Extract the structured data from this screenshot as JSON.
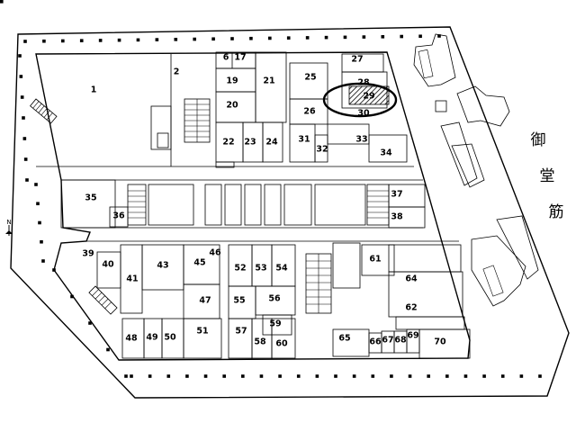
{
  "map": {
    "street_label": [
      "御",
      "堂",
      "筋"
    ],
    "north_symbol": "N",
    "highlight_color": "#000000",
    "units": [
      {
        "id": "1"
      },
      {
        "id": "2"
      },
      {
        "id": "6"
      },
      {
        "id": "17"
      },
      {
        "id": "19"
      },
      {
        "id": "20"
      },
      {
        "id": "21"
      },
      {
        "id": "22"
      },
      {
        "id": "23"
      },
      {
        "id": "24"
      },
      {
        "id": "25"
      },
      {
        "id": "26"
      },
      {
        "id": "27"
      },
      {
        "id": "28"
      },
      {
        "id": "30"
      },
      {
        "id": "31"
      },
      {
        "id": "32"
      },
      {
        "id": "33"
      },
      {
        "id": "34"
      },
      {
        "id": "35"
      },
      {
        "id": "36"
      },
      {
        "id": "37"
      },
      {
        "id": "38"
      },
      {
        "id": "39"
      },
      {
        "id": "40"
      },
      {
        "id": "41"
      },
      {
        "id": "43"
      },
      {
        "id": "45"
      },
      {
        "id": "46"
      },
      {
        "id": "47"
      },
      {
        "id": "48"
      },
      {
        "id": "49"
      },
      {
        "id": "50"
      },
      {
        "id": "51"
      },
      {
        "id": "52"
      },
      {
        "id": "53"
      },
      {
        "id": "54"
      },
      {
        "id": "55"
      },
      {
        "id": "56"
      },
      {
        "id": "57"
      },
      {
        "id": "58"
      },
      {
        "id": "59"
      },
      {
        "id": "60"
      },
      {
        "id": "61"
      },
      {
        "id": "62"
      },
      {
        "id": "64"
      },
      {
        "id": "65"
      },
      {
        "id": "66"
      },
      {
        "id": "67"
      },
      {
        "id": "68"
      },
      {
        "id": "69"
      },
      {
        "id": "70"
      }
    ],
    "highlighted_unit": "29"
  }
}
